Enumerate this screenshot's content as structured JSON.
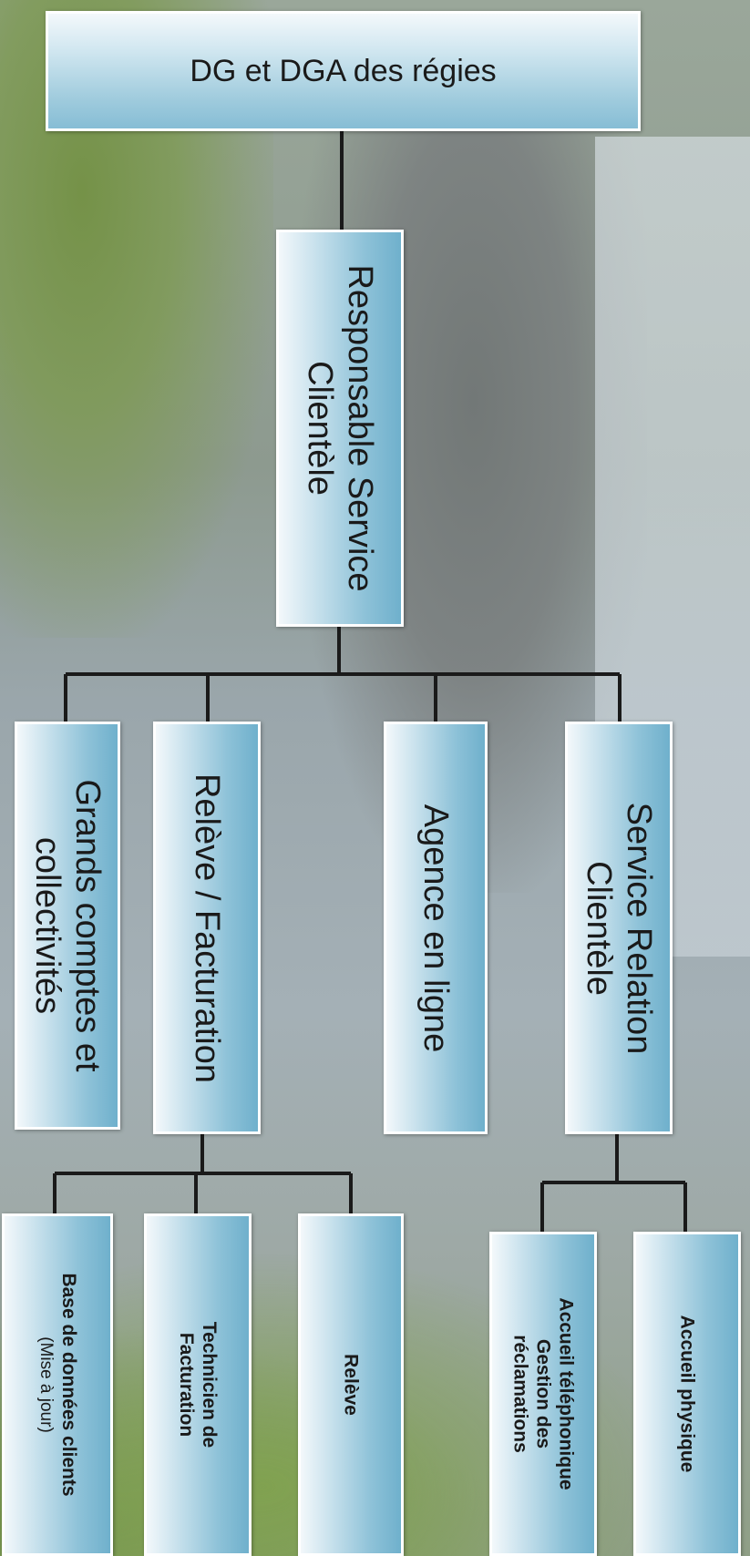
{
  "top": {
    "label": "DG et DGA  des régies"
  },
  "level2": {
    "line1": "Responsable Service",
    "line2": "Clientèle"
  },
  "level3": [
    {
      "line1": "Grands comptes et",
      "line2": "collectivités"
    },
    {
      "line1": "Relève / Facturation"
    },
    {
      "line1": "Agence en ligne"
    },
    {
      "line1": "Service Relation",
      "line2": "Clientèle"
    }
  ],
  "level4_releve": [
    {
      "line1": "Base de données clients",
      "line2": "(Mise à jour)"
    },
    {
      "line1": "Technicien de",
      "line2": "Facturation"
    },
    {
      "line1": "Relève"
    }
  ],
  "level4_service": [
    {
      "line1": "Accueil téléphonique",
      "line2": "Gestion des",
      "line3": "réclamations"
    },
    {
      "line1": "Accueil physique"
    }
  ],
  "colors": {
    "box_light": "#f3f8fb",
    "box_dark": "#6fb0cc",
    "line": "#1a1a1a"
  }
}
